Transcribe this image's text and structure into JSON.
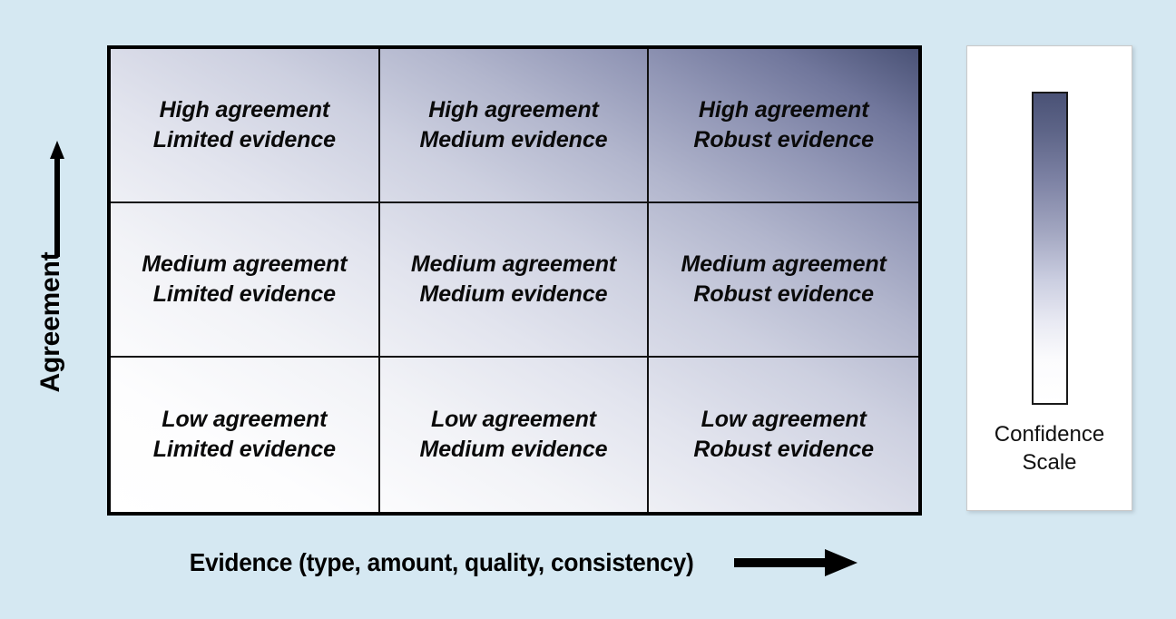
{
  "figure": {
    "background_color": "#d5e8f2",
    "type": "confidence-matrix"
  },
  "axes": {
    "y": {
      "label": "Agreement",
      "arrow": "up-arrow-icon",
      "direction": "increasing upward"
    },
    "x": {
      "label": "Evidence (type, amount, quality, consistency)",
      "arrow": "right-arrow-icon",
      "direction": "increasing rightward"
    }
  },
  "grid": {
    "columns": [
      "Limited evidence",
      "Medium evidence",
      "Robust evidence"
    ],
    "rows": [
      "High agreement",
      "Medium agreement",
      "Low agreement"
    ],
    "cells": [
      {
        "id": "high-limited",
        "line1": "High agreement",
        "line2": "Limited evidence",
        "text": "High agreement\nLimited evidence",
        "row": 1,
        "col": 1,
        "confidence": "low-medium"
      },
      {
        "id": "high-medium",
        "line1": "High agreement",
        "line2": "Medium evidence",
        "text": "High agreement\nMedium evidence",
        "row": 1,
        "col": 2,
        "confidence": "medium-high"
      },
      {
        "id": "high-robust",
        "line1": "High agreement",
        "line2": "Robust evidence",
        "text": "High agreement\nRobust evidence",
        "row": 1,
        "col": 3,
        "confidence": "very-high"
      },
      {
        "id": "medium-limited",
        "line1": "Medium agreement",
        "line2": "Limited evidence",
        "text": "Medium agreement\nLimited evidence",
        "row": 2,
        "col": 1,
        "confidence": "low"
      },
      {
        "id": "medium-medium",
        "line1": "Medium agreement",
        "line2": "Medium evidence",
        "text": "Medium agreement\nMedium evidence",
        "row": 2,
        "col": 2,
        "confidence": "medium"
      },
      {
        "id": "medium-robust",
        "line1": "Medium agreement",
        "line2": "Robust evidence",
        "text": "Medium agreement\nRobust evidence",
        "row": 2,
        "col": 3,
        "confidence": "high"
      },
      {
        "id": "low-limited",
        "line1": "Low agreement",
        "line2": "Limited evidence",
        "text": "Low agreement\nLimited evidence",
        "row": 3,
        "col": 1,
        "confidence": "very-low"
      },
      {
        "id": "low-medium",
        "line1": "Low agreement",
        "line2": "Medium evidence",
        "text": "Low agreement\nMedium evidence",
        "row": 3,
        "col": 2,
        "confidence": "low"
      },
      {
        "id": "low-robust",
        "line1": "Low agreement",
        "line2": "Robust evidence",
        "text": "Low agreement\nRobust evidence",
        "row": 3,
        "col": 3,
        "confidence": "low-medium"
      }
    ]
  },
  "legend": {
    "caption": "Confidence\nScale",
    "caption_line1": "Confidence",
    "caption_line2": "Scale",
    "gradient_top_color": "#4a5276",
    "gradient_bottom_color": "#ffffff",
    "orientation": "vertical",
    "high_end": "top",
    "low_end": "bottom"
  },
  "colors": {
    "background": "#d5e8f2",
    "darkest": "#4a5276",
    "lightest": "#ffffff",
    "border": "#000000",
    "gridline": "#111111"
  }
}
